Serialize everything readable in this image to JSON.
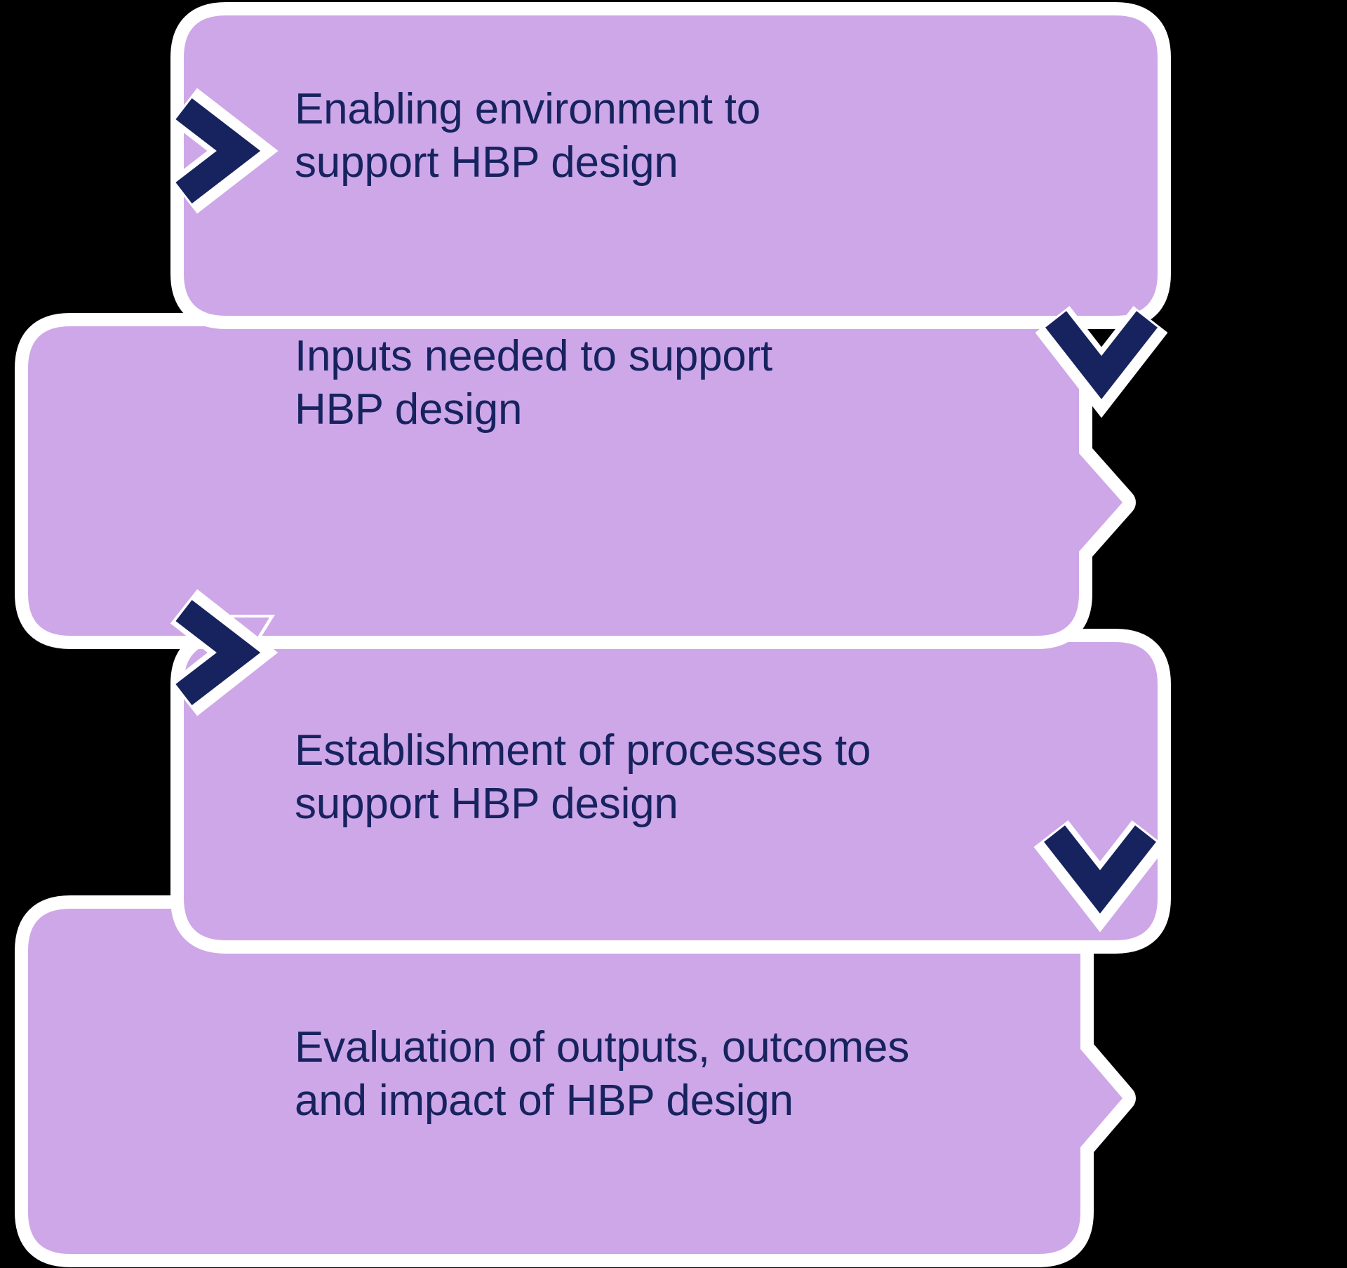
{
  "diagram": {
    "title": "HBP design process flow",
    "type": "chevron-step-flow",
    "background_color": "#000000",
    "box_fill_color": "#CEA7E8",
    "box_outline_color": "#FFFFFF",
    "chevron_color": "#17235E",
    "text_color": "#17235E",
    "steps": [
      {
        "index": 1,
        "label": "Enabling environment to\nsupport HBP design",
        "marker": "right-chevron-icon",
        "marker_side": "left"
      },
      {
        "index": 2,
        "label": "Inputs needed to support\nHBP design",
        "marker": "down-chevron-icon",
        "marker_side": "right"
      },
      {
        "index": 3,
        "label": "Establishment of processes to\nsupport HBP design",
        "marker": "right-chevron-icon",
        "marker_side": "left"
      },
      {
        "index": 4,
        "label": "Evaluation of outputs, outcomes\nand impact of HBP design",
        "marker": "down-chevron-icon",
        "marker_side": "right"
      }
    ]
  }
}
